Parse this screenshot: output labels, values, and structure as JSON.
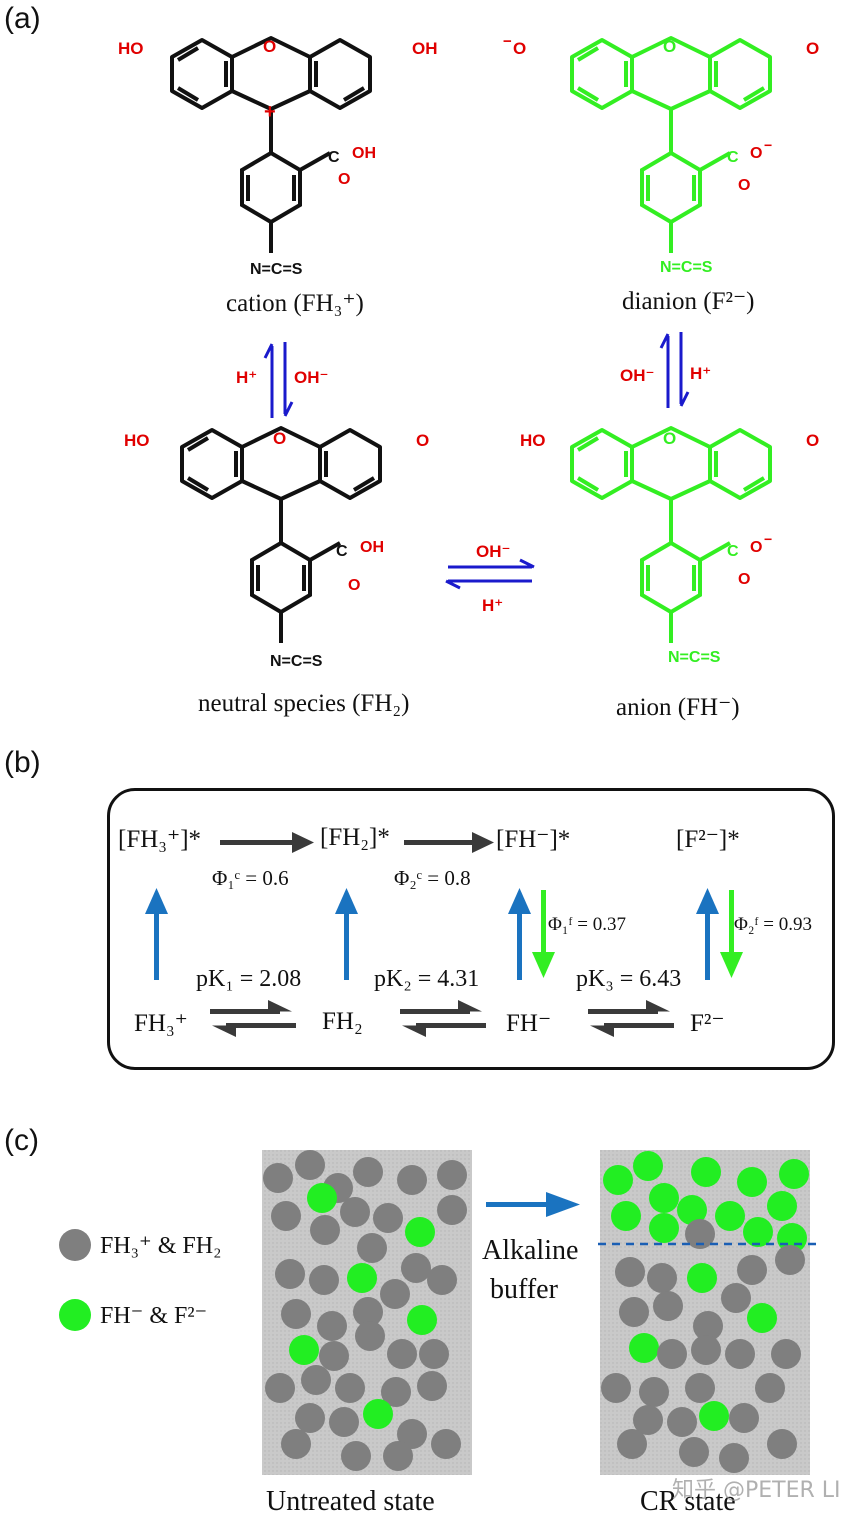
{
  "panels": {
    "a": "(a)",
    "b": "(b)",
    "c": "(c)"
  },
  "colors": {
    "neutral": "#111111",
    "deprotonated": "#33ee22",
    "heteroatom": "#e00000",
    "equilibrium_arrow": "#1a1acc",
    "absorption_arrow": "#1a73c0",
    "emission_arrow": "#33ee22",
    "transfer_arrow": "#3a3a3a",
    "gray_particle": "#7f7f7f",
    "green_particle": "#22ee22",
    "particle_bg": "#cccccc",
    "dashed_line": "#1a5fb4"
  },
  "panel_a": {
    "labels": {
      "cation": "cation (FH₃⁺)",
      "dianion": "dianion (F²⁻)",
      "neutral": "neutral species (FH₂)",
      "anion": "anion (FH⁻)"
    },
    "atoms": {
      "hydroxyl": "HO",
      "hydroxyl_r": "OH",
      "ring_o": "O",
      "carbonyl_o": "O",
      "oxide": "O",
      "minus": "−",
      "plus": "+",
      "carboxyl_oh": "OH",
      "carboxyl_c": "C",
      "isothiocyanate": "N=C=S"
    },
    "reagents": {
      "left_up": "H⁺",
      "left_down": "OH⁻",
      "right_up": "OH⁻",
      "right_down": "H⁺",
      "bottom_fwd": "OH⁻",
      "bottom_rev": "H⁺"
    }
  },
  "panel_b": {
    "excited": [
      "[FH₃⁺]*",
      "[FH₂]*",
      "[FH⁻]*",
      "[F²⁻]*"
    ],
    "ground": [
      "FH₃⁺",
      "FH₂",
      "FH⁻",
      "F²⁻"
    ],
    "phi_c": [
      "Φ₁ᶜ = 0.6",
      "Φ₂ᶜ = 0.8"
    ],
    "phi_f": [
      "Φ₁ᶠ = 0.37",
      "Φ₂ᶠ = 0.93"
    ],
    "pk": [
      "pK₁ = 2.08",
      "pK₂ = 4.31",
      "pK₃ = 6.43"
    ]
  },
  "panel_c": {
    "legend": [
      "FH₃⁺ & FH₂",
      "FH⁻ & F²⁻"
    ],
    "arrow_label": [
      "Alkaline",
      "buffer"
    ],
    "states": [
      "Untreated state",
      "CR state"
    ],
    "watermark": "知乎 @PETER LI"
  }
}
